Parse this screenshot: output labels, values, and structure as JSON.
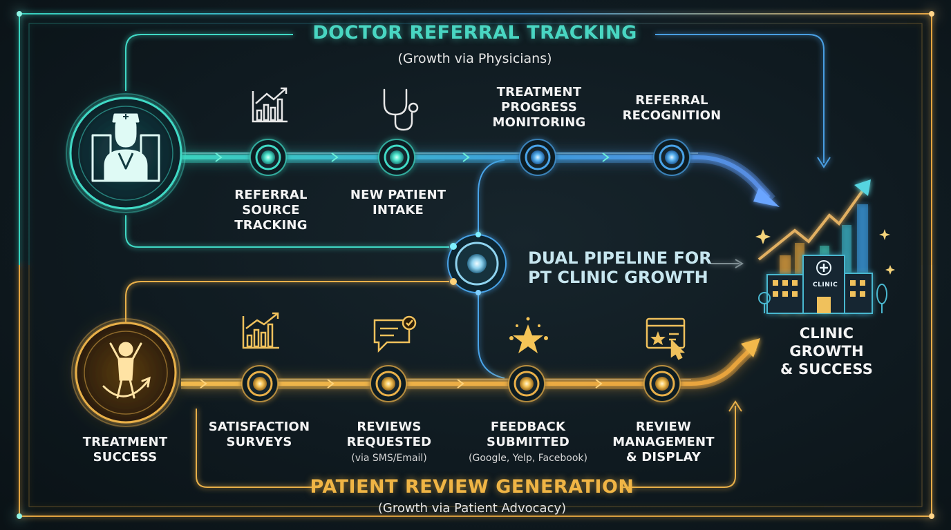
{
  "top": {
    "title": "DOCTOR REFERRAL TRACKING",
    "subtitle": "(Growth via Physicians)",
    "steps": [
      {
        "label": "REFERRAL\nSOURCE\nTRACKING"
      },
      {
        "label": "NEW PATIENT\nINTAKE"
      },
      {
        "label": "TREATMENT\nPROGRESS\nMONITORING"
      },
      {
        "label": "REFERRAL\nRECOGNITION"
      }
    ]
  },
  "center": {
    "label": "DUAL PIPELINE FOR\nPT CLINIC GROWTH"
  },
  "bottom": {
    "title": "PATIENT REVIEW GENERATION",
    "subtitle": "(Growth via Patient Advocacy)",
    "start_label": "TREATMENT\nSUCCESS",
    "steps": [
      {
        "label": "SATISFACTION\nSURVEYS",
        "note": ""
      },
      {
        "label": "REVIEWS\nREQUESTED",
        "note": "(via SMS/Email)"
      },
      {
        "label": "FEEDBACK\nSUBMITTED",
        "note": "(Google, Yelp, Facebook)"
      },
      {
        "label": "REVIEW\nMANAGEMENT\n& DISPLAY",
        "note": ""
      }
    ]
  },
  "result": {
    "label": "CLINIC GROWTH\n& SUCCESS",
    "sign_text": "CLINIC"
  },
  "colors": {
    "teal": "#3fd9c5",
    "blue": "#4aa3e8",
    "gold": "#e9b04a",
    "title_teal": "#49d6c2",
    "title_gold": "#f0b545"
  }
}
